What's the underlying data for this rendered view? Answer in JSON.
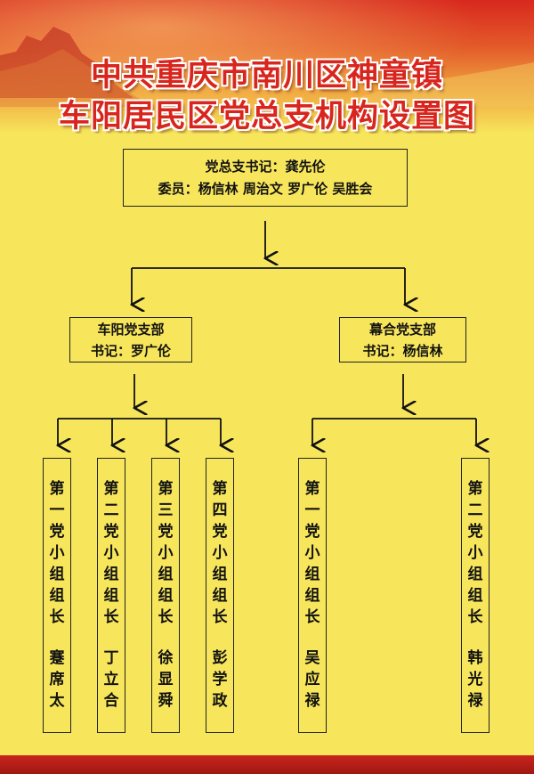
{
  "header": {
    "title_line1": "中共重庆市南川区神童镇",
    "title_line2": "车阳居民区党总支机构设置图"
  },
  "root": {
    "line1": "党总支书记：龚先伦",
    "line2": "委员：杨信林 周治文 罗广伦 吴胜会"
  },
  "branches": [
    {
      "name": "车阳党支部",
      "secretary": "书记：罗广伦",
      "groups": [
        {
          "title": "第一党小组组长",
          "leader": "蹇席太"
        },
        {
          "title": "第二党小组组长",
          "leader": "丁立合"
        },
        {
          "title": "第三党小组组长",
          "leader": "徐显舜"
        },
        {
          "title": "第四党小组组长",
          "leader": "彭学政"
        }
      ]
    },
    {
      "name": "幕合党支部",
      "secretary": "书记：杨信林",
      "groups": [
        {
          "title": "第一党小组组长",
          "leader": "吴应禄"
        },
        {
          "title": "第二党小组组长",
          "leader": "韩光禄"
        }
      ]
    }
  ],
  "colors": {
    "background": "#f7e65c",
    "title_red": "#d8251d",
    "line": "#111111",
    "footer": "#c9241c"
  }
}
